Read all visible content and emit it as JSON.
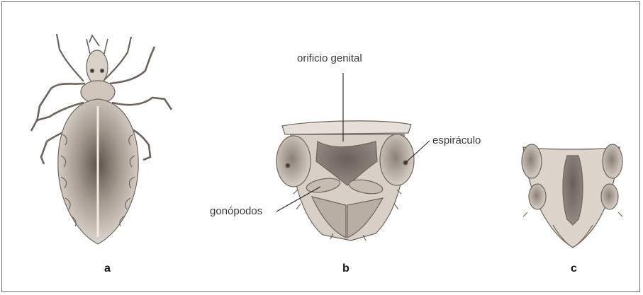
{
  "figure": {
    "panels": [
      {
        "letter": "a"
      },
      {
        "letter": "b"
      },
      {
        "letter": "c"
      }
    ],
    "callouts": {
      "genital_opening": "orificio genital",
      "spiracle": "espiráculo",
      "gonopods": "gonópodos"
    }
  }
}
